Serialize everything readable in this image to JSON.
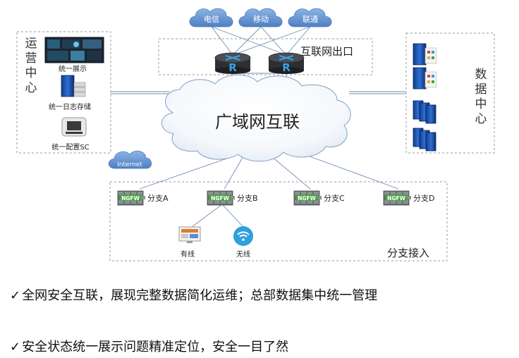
{
  "isps": [
    "电信",
    "移动",
    "联通"
  ],
  "internet_exit_label": "互联网出口",
  "router_letter": "R",
  "wan_label": "广域网互联",
  "ops_center": {
    "title": "运营中心",
    "items": [
      "统一展示",
      "统一日志存储",
      "统一配置SC"
    ]
  },
  "data_center": {
    "title": "数据中心"
  },
  "internet_cloud_label": "Internet",
  "firewall_label": "NGFW",
  "branches": [
    "分支A",
    "分支B",
    "分支C",
    "分支D"
  ],
  "access_label": "分支接入",
  "terminals": {
    "wired": "有线",
    "wireless": "无线"
  },
  "bullets": [
    "全网安全互联，展现完整数据简化运维；总部数据集中统一管理",
    "安全状态统一展示问题精准定位，安全一目了然"
  ],
  "check_glyph": "✓",
  "colors": {
    "cloud_blue": "#6a97d2",
    "router_dark": "#2d2f33",
    "router_blue": "#3aa0e6",
    "firewall_green": "#4aa33b",
    "firewall_brick": "#6a7078",
    "dash_border": "#9a9a9a",
    "line_blue": "#6f8fb3"
  }
}
